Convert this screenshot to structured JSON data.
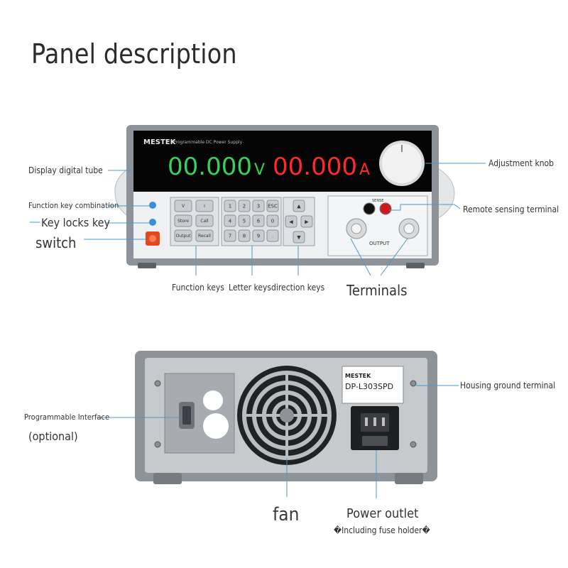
{
  "title": "Panel description",
  "front": {
    "brand": "MESTEK",
    "subtitle": "Programmable DC Power Supply",
    "voltage_reading": "00.000",
    "voltage_unit": "V",
    "current_reading": "00.000",
    "current_unit": "A",
    "output_label": "OUTPUT",
    "sense_label": "SENSE",
    "keypad_digits": [
      "1",
      "2",
      "3",
      "ESC",
      "4",
      "5",
      "6",
      "0",
      "7",
      "8",
      "9",
      "."
    ],
    "function_keys": [
      "V",
      "I",
      "Store",
      "Call",
      "Output",
      "Recall"
    ],
    "arrow_keys": [
      "▲",
      "◀",
      "▶",
      "▼"
    ]
  },
  "front_labels": {
    "display": "Display digital tube",
    "function_combo": "Function key combination",
    "key_lock": "Key locks key",
    "switch": "switch",
    "function_keys": "Function keys",
    "letter_keys": "Letter keys",
    "direction_keys": "direction keys",
    "terminals": "Terminals",
    "knob": "Adjustment knob",
    "remote_sensing": "Remote sensing terminal"
  },
  "back": {
    "brand": "MESTEK",
    "model": "DP-L303SPD"
  },
  "back_labels": {
    "programmable": "Programmable Interface",
    "optional": "(optional)",
    "housing_ground": "Housing ground terminal",
    "fan": "fan",
    "power_outlet": "Power outlet",
    "fuse_holder": "�Including fuse holder�"
  },
  "colors": {
    "voltage_digits": "#39d05a",
    "current_digits": "#ff2a2a",
    "callout_line": "#4a98c8",
    "chassis": "#8b9096",
    "panel": "#eceef0"
  }
}
